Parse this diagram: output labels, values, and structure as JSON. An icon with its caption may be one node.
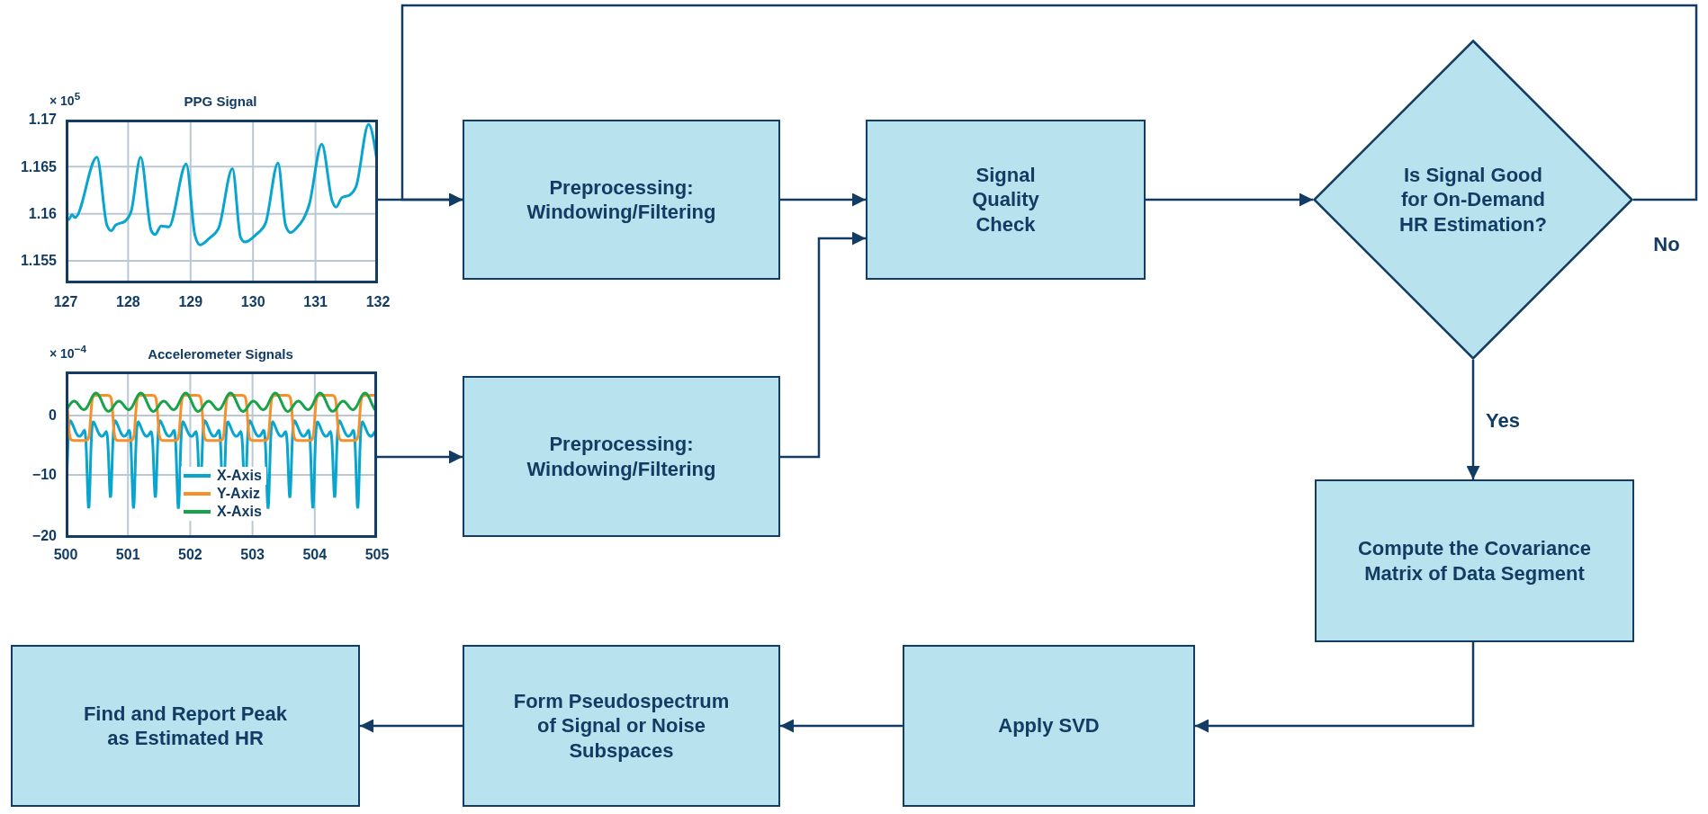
{
  "diagram": {
    "nodes": [
      {
        "text": [],
        "shape": "picture"
      },
      {
        "text": [
          "Preprocessing: Windowing/Filtering"
        ]
      },
      {
        "text": [
          "Signal Quality Check"
        ]
      },
      {
        "text": [
          "Is Signal Good for On-Demand HR Estimation?"
        ]
      },
      {
        "text": [],
        "shape": "picture"
      },
      {
        "text": [
          "Preprocessing: Windowing/Filtering"
        ]
      },
      {
        "text": [
          "Compute the Covariance Matrix of Data Segment"
        ]
      },
      {
        "text": [
          "Find and Report Peak as Estimated HR"
        ]
      },
      {
        "text": [
          "Form Pseudospectrum of Signal or Noise Subspaces"
        ]
      },
      {
        "text": [
          "Apply SVD"
        ]
      }
    ],
    "edges": [
      {
        "from": 0,
        "to": 1,
        "arrow": "to"
      },
      {
        "from": 1,
        "to": 2,
        "arrow": "to"
      },
      {
        "from": 2,
        "to": 3,
        "arrow": "to"
      },
      {
        "from": 3,
        "to": 1,
        "arrow": "to",
        "label": "No"
      },
      {
        "from": 4,
        "to": 5,
        "arrow": "to"
      },
      {
        "from": 5,
        "to": 2,
        "arrow": "to"
      },
      {
        "from": 3,
        "to": 6,
        "arrow": "to",
        "label": "Yes"
      },
      {
        "from": 6,
        "to": 9,
        "arrow": "to"
      },
      {
        "from": 9,
        "to": 8,
        "arrow": "to"
      },
      {
        "from": 8,
        "to": 7,
        "arrow": "to"
      }
    ],
    "labels": [
      "× 10$^{5}$",
      "PPG Signal",
      "1.17",
      "1.165",
      "1.16",
      "1.155",
      "127",
      "128",
      "129",
      "130",
      "131",
      "132",
      "× 10$^{−4}$",
      "Accelerometer Signals",
      "0",
      "−10",
      "−20",
      "500",
      "501",
      "502",
      "503",
      "504",
      "505"
    ],
    "legend": [
      {
        "text": "X-Axis"
      },
      {
        "text": "Y-Axiz"
      },
      {
        "text": "X-Axis"
      }
    ]
  }
}
